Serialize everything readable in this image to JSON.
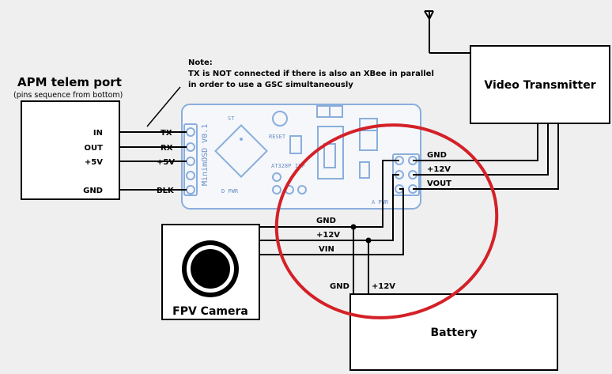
{
  "apm": {
    "title": "APM telem port",
    "subtitle": "(pins sequence from bottom)",
    "pins": [
      "IN",
      "OUT",
      "+5V",
      "GND"
    ]
  },
  "osd_pins": [
    "TX",
    "RX",
    "+5V",
    "BLK"
  ],
  "note": {
    "title": "Note:",
    "line1": "TX is NOT connected if there is also an XBee in parallel",
    "line2": "in order to use a GSC simultaneously"
  },
  "board": {
    "name": "MinimOSD V0.1",
    "chip": "AT328P",
    "reset": "RESET",
    "isp": "ISP",
    "st": "ST",
    "pwr": "D PWR",
    "apwr": "A PWR"
  },
  "video_pins": [
    "GND",
    "+12V",
    "VOUT"
  ],
  "camera_pins": [
    "GND",
    "+12V",
    "VIN"
  ],
  "battery_pins": [
    "GND",
    "+12V"
  ],
  "video_tx": {
    "label": "Video Transmitter"
  },
  "camera": {
    "label": "FPV Camera"
  },
  "battery": {
    "label": "Battery"
  },
  "colors": {
    "board_outline": "#8aaedc",
    "highlight_ring": "#d42027",
    "wire": "#000000"
  }
}
